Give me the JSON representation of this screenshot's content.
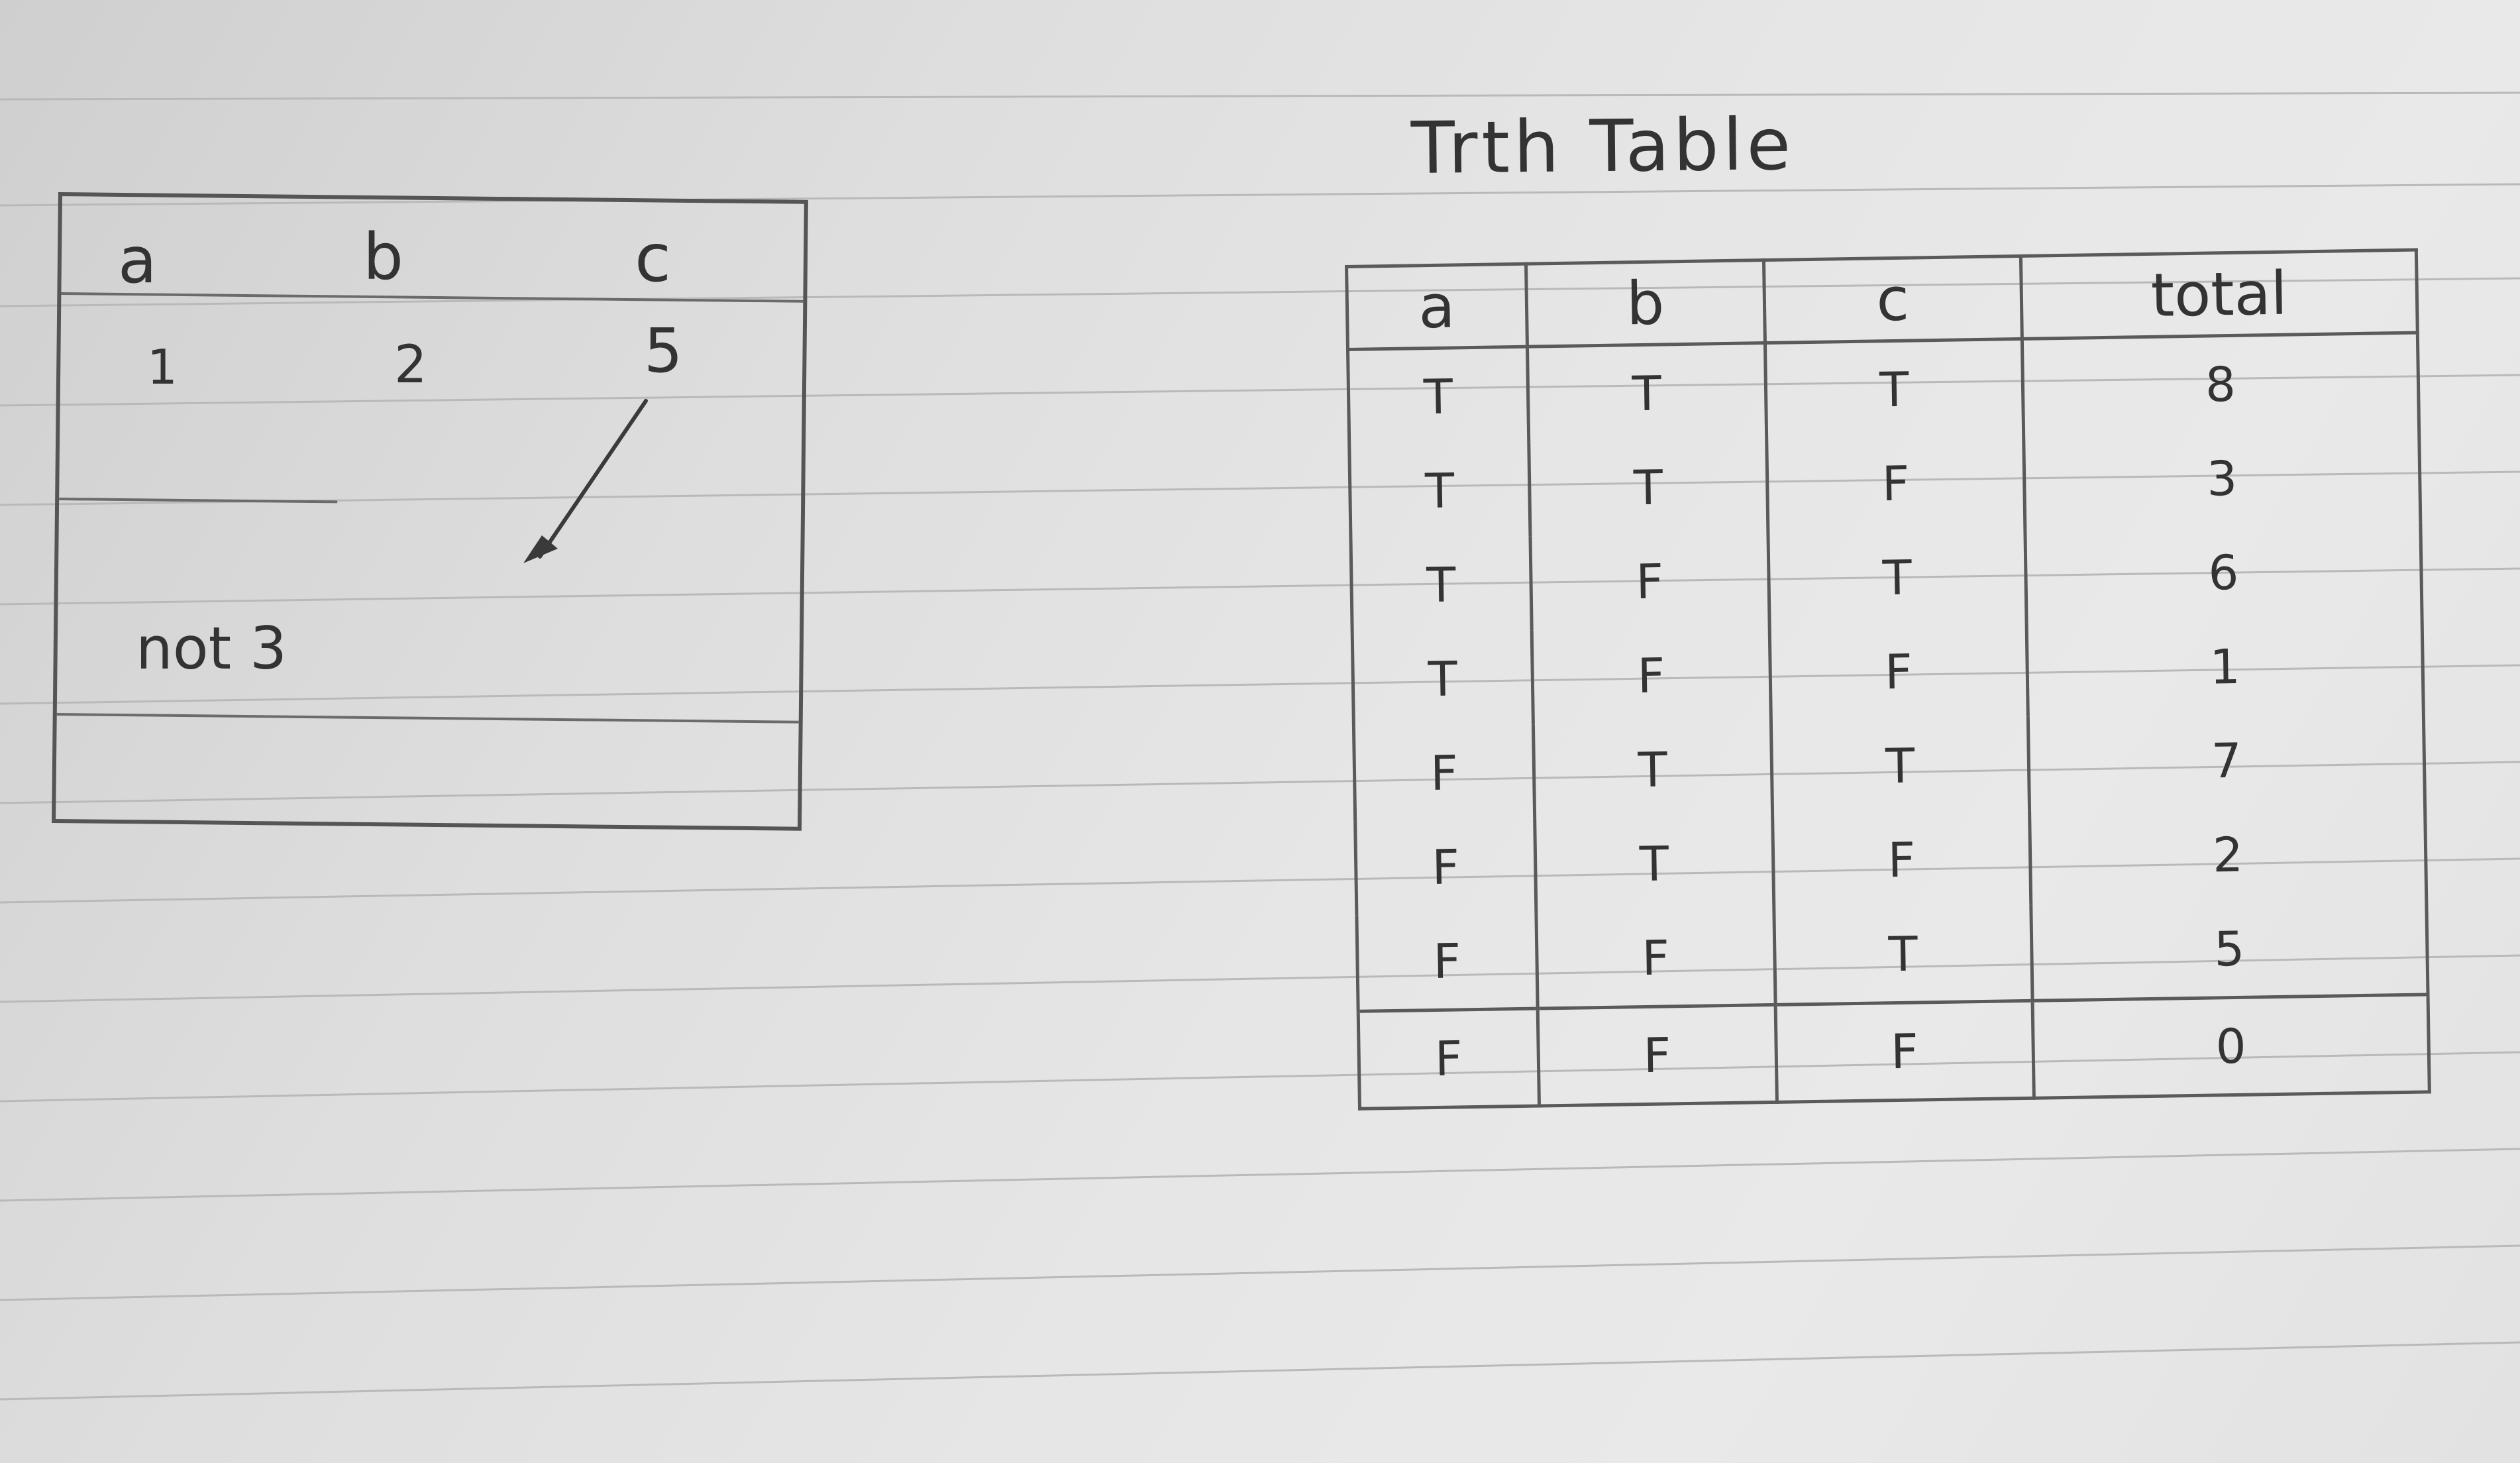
{
  "left_box": {
    "headers": [
      "a",
      "b",
      "c"
    ],
    "values": [
      "1",
      "2",
      "5"
    ],
    "note": "not 3"
  },
  "truth_table": {
    "title": "Trth Table",
    "columns": [
      "a",
      "b",
      "c",
      "total"
    ],
    "rows": [
      [
        "T",
        "T",
        "T",
        "8"
      ],
      [
        "T",
        "T",
        "F",
        "3"
      ],
      [
        "T",
        "F",
        "T",
        "6"
      ],
      [
        "T",
        "F",
        "F",
        "1"
      ],
      [
        "F",
        "T",
        "T",
        "7"
      ],
      [
        "F",
        "T",
        "F",
        "2"
      ],
      [
        "F",
        "F",
        "T",
        "5"
      ],
      [
        "F",
        "F",
        "F",
        "0"
      ]
    ]
  },
  "colors": {
    "paper": "#e6e6e6",
    "ink": "#333333",
    "rule": "#b8b8b8"
  }
}
